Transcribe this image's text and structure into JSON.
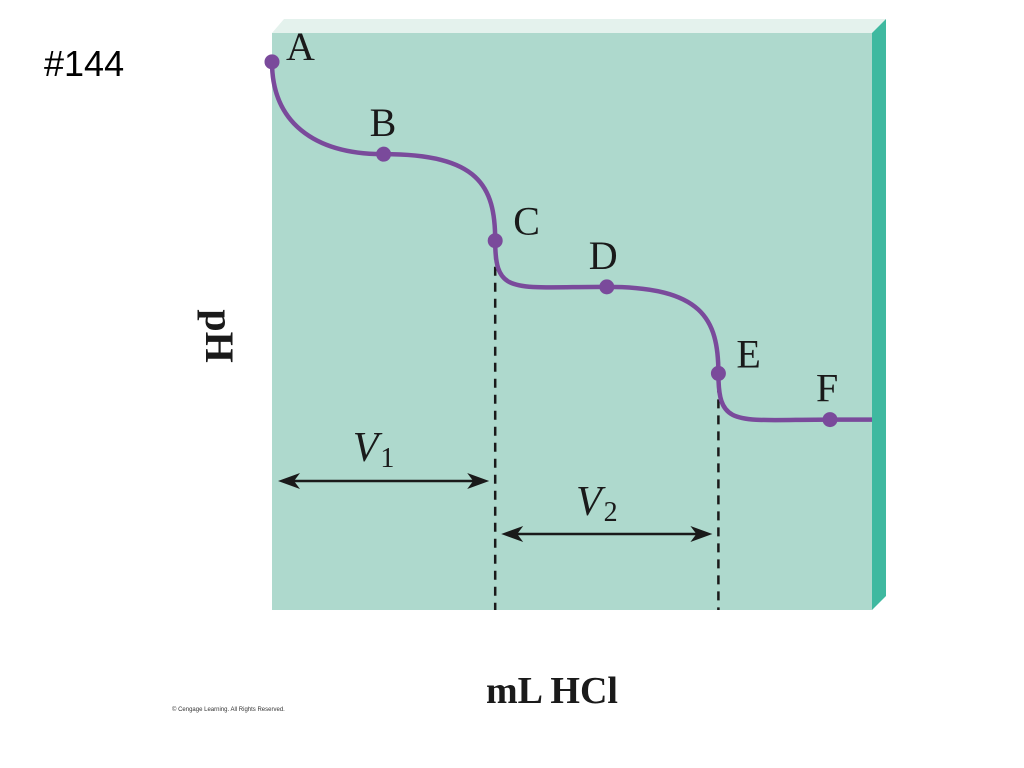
{
  "slide": {
    "number_label": "#144",
    "copyright": "© Cengage Learning. All Rights Reserved."
  },
  "colors": {
    "panel": "#aed9cd",
    "panel_side": "#3fb9a0",
    "panel_top": "#e4f2ed",
    "curve": "#7a4a9b",
    "text": "#1a1a1a"
  },
  "chart_data": {
    "type": "line",
    "xlabel": "mL HCl",
    "ylabel": "pH",
    "grid": false,
    "points": [
      {
        "label": "A",
        "x": 0,
        "y": 0.95
      },
      {
        "label": "B",
        "x": 0.186,
        "y": 0.79
      },
      {
        "label": "C",
        "x": 0.372,
        "y": 0.64
      },
      {
        "label": "D",
        "x": 0.558,
        "y": 0.56
      },
      {
        "label": "E",
        "x": 0.744,
        "y": 0.41
      },
      {
        "label": "F",
        "x": 0.93,
        "y": 0.33
      }
    ],
    "volumes": [
      {
        "symbol": "V",
        "subscript": "1",
        "from": 0,
        "to": 0.372
      },
      {
        "symbol": "V",
        "subscript": "2",
        "from": 0.372,
        "to": 0.744
      }
    ]
  }
}
